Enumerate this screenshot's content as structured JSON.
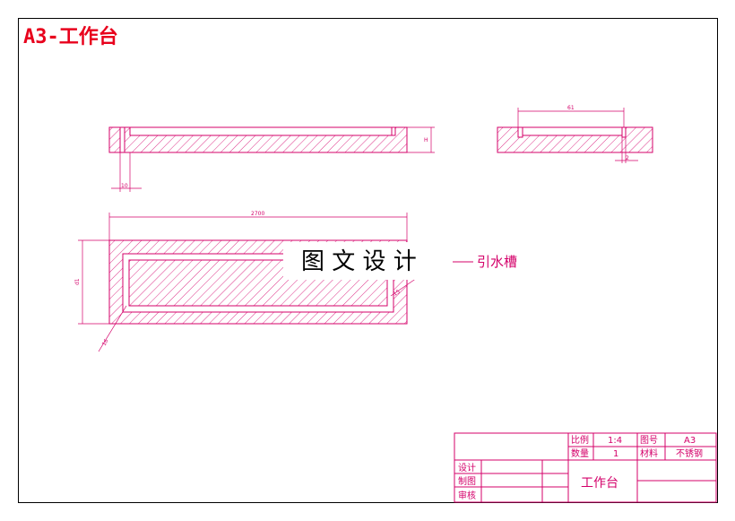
{
  "sheet_title": "A3-工作台",
  "watermark": "图 文 设 计",
  "callout_label": "引水槽",
  "dimensions": {
    "top_left_height": "H",
    "top_left_bottom": "10",
    "top_right_width": "61",
    "top_right_small": "2",
    "plan_width": "2700",
    "plan_depth": "d1",
    "plan_diag": "16",
    "plan_right": "15"
  },
  "title_block": {
    "scale_label": "比例",
    "scale_value": "1:4",
    "drawing_no_label": "图号",
    "drawing_no_value": "A3",
    "quantity_label": "数量",
    "quantity_value": "1",
    "material_label": "材料",
    "material_value": "不锈钢",
    "design_label": "设计",
    "draw_label": "制图",
    "review_label": "审核",
    "part_name": "工作台"
  },
  "colors": {
    "line": "#d4006a",
    "title": "#e8001c",
    "frame": "#000000"
  }
}
